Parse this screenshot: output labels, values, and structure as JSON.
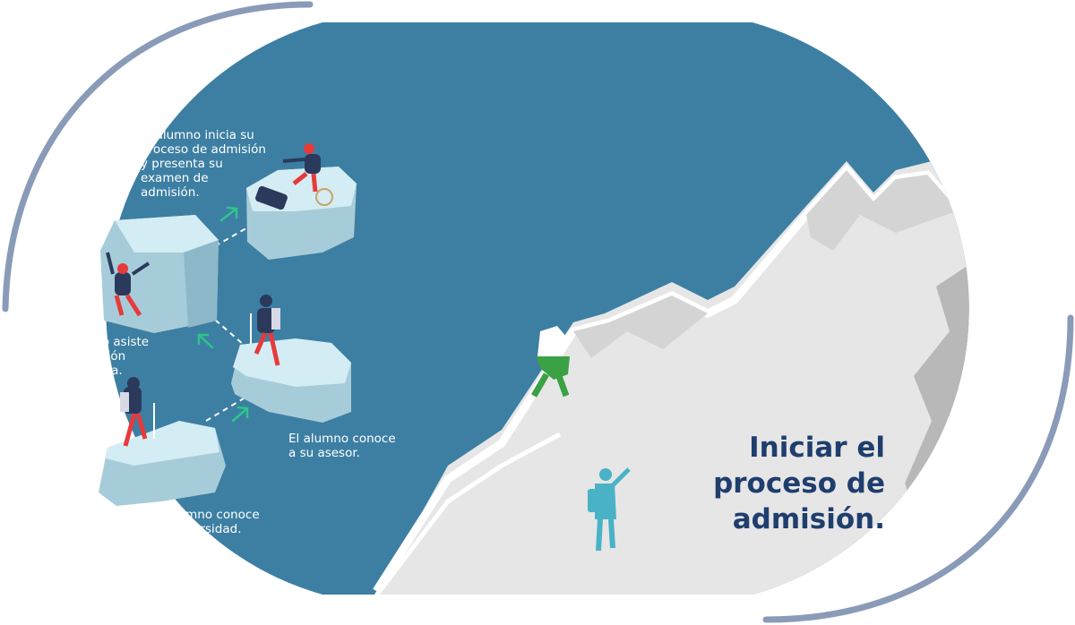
{
  "colors": {
    "background_blue": "#3d7fa3",
    "frame_arc": "#8a9bb8",
    "mountain_light": "#e6e6e6",
    "mountain_mid": "#d9d9d9",
    "mountain_shadow": "#b3b3b3",
    "ice": "#d4ecf3",
    "ice_shadow": "#a7ccd9",
    "arrow_green": "#2ec58a",
    "title_navy": "#1f3e6e",
    "climber_green": "#3aa145",
    "climber_teal": "#49b2c6"
  },
  "steps": [
    {
      "id": "step1",
      "text": "El alumno conoce\nla universidad."
    },
    {
      "id": "step2",
      "text": "El alumno asiste\na una sesión\ninformativa."
    },
    {
      "id": "step3",
      "text": "El alumno conoce\na su asesor."
    },
    {
      "id": "step4",
      "text": "El alumno inicia su\nproceso de admisión\ny presenta su\nexamen de\nadmisión."
    }
  ],
  "title": "Iniciar el\nproceso de\nadmisión."
}
